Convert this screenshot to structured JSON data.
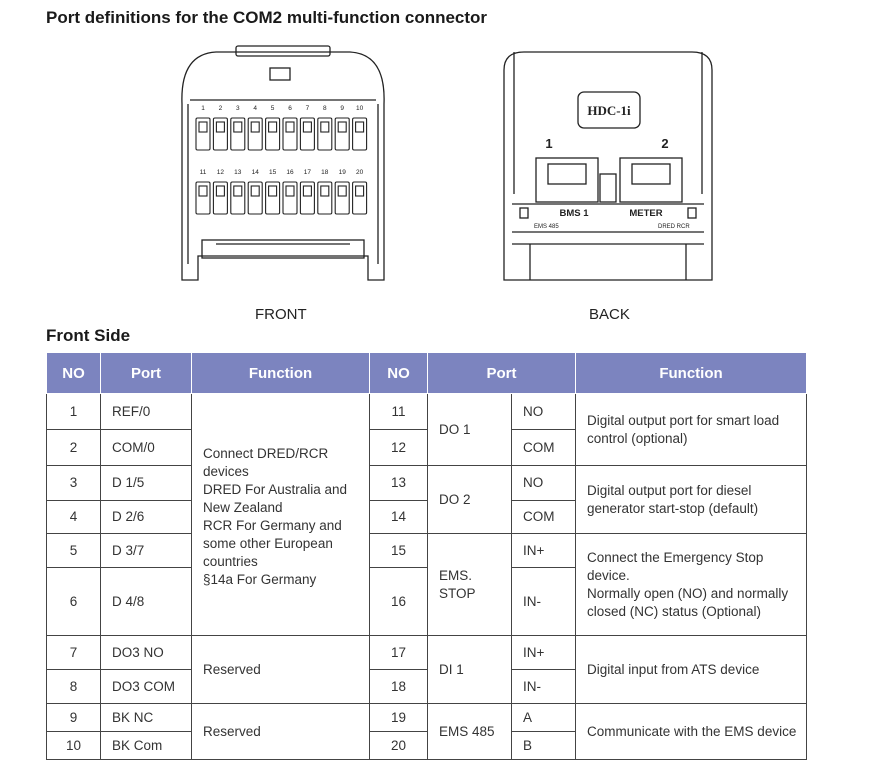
{
  "title": "Port definitions for the COM2 multi-function connector",
  "figures": {
    "front": {
      "caption": "FRONT",
      "top_pins": [
        "1",
        "2",
        "3",
        "4",
        "5",
        "6",
        "7",
        "8",
        "9",
        "10"
      ],
      "bottom_pins": [
        "11",
        "12",
        "13",
        "14",
        "15",
        "16",
        "17",
        "18",
        "19",
        "20"
      ]
    },
    "back": {
      "caption": "BACK",
      "module_label": "HDC-1i",
      "port1_number": "1",
      "port2_number": "2",
      "port1_label": "BMS 1",
      "port2_label": "METER",
      "left_small_label": "EMS 485",
      "right_small_label": "DRED RCR"
    }
  },
  "section_title": "Front Side",
  "table": {
    "headers": [
      "NO",
      "Port",
      "Function",
      "NO",
      "Port",
      "Function"
    ],
    "left_rows": [
      {
        "no": "1",
        "port": "REF/0"
      },
      {
        "no": "2",
        "port": "COM/0"
      },
      {
        "no": "3",
        "port": "D 1/5"
      },
      {
        "no": "4",
        "port": "D 2/6"
      },
      {
        "no": "5",
        "port": "D 3/7"
      },
      {
        "no": "6",
        "port": "D 4/8"
      },
      {
        "no": "7",
        "port": "DO3 NO"
      },
      {
        "no": "8",
        "port": "DO3 COM"
      },
      {
        "no": "9",
        "port": "BK NC"
      },
      {
        "no": "10",
        "port": "BK Com"
      }
    ],
    "left_functions": {
      "dred_lines": [
        "Connect DRED/RCR devices",
        "DRED For Australia and New Zealand",
        "RCR For Germany and some other European countries",
        "§14a For Germany"
      ],
      "reserved_1": "Reserved",
      "reserved_2": "Reserved"
    },
    "right_groups": [
      {
        "port": "DO 1",
        "function": "Digital output port for smart load control (optional)",
        "rows": [
          {
            "no": "11",
            "sub": "NO"
          },
          {
            "no": "12",
            "sub": "COM"
          }
        ]
      },
      {
        "port": "DO 2",
        "function": "Digital output port for diesel generator start-stop (default)",
        "rows": [
          {
            "no": "13",
            "sub": "NO"
          },
          {
            "no": "14",
            "sub": "COM"
          }
        ]
      },
      {
        "port": "EMS. STOP",
        "function_lines": [
          "Connect the Emergency Stop device.",
          "Normally open (NO) and normally closed (NC) status (Optional)"
        ],
        "rows": [
          {
            "no": "15",
            "sub": "IN+"
          },
          {
            "no": "16",
            "sub": "IN-"
          }
        ]
      },
      {
        "port": "DI 1",
        "function": "Digital input from ATS device",
        "rows": [
          {
            "no": "17",
            "sub": "IN+"
          },
          {
            "no": "18",
            "sub": "IN-"
          }
        ]
      },
      {
        "port": "EMS 485",
        "function": "Communicate with the EMS device",
        "rows": [
          {
            "no": "19",
            "sub": "A"
          },
          {
            "no": "20",
            "sub": "B"
          }
        ]
      }
    ]
  }
}
